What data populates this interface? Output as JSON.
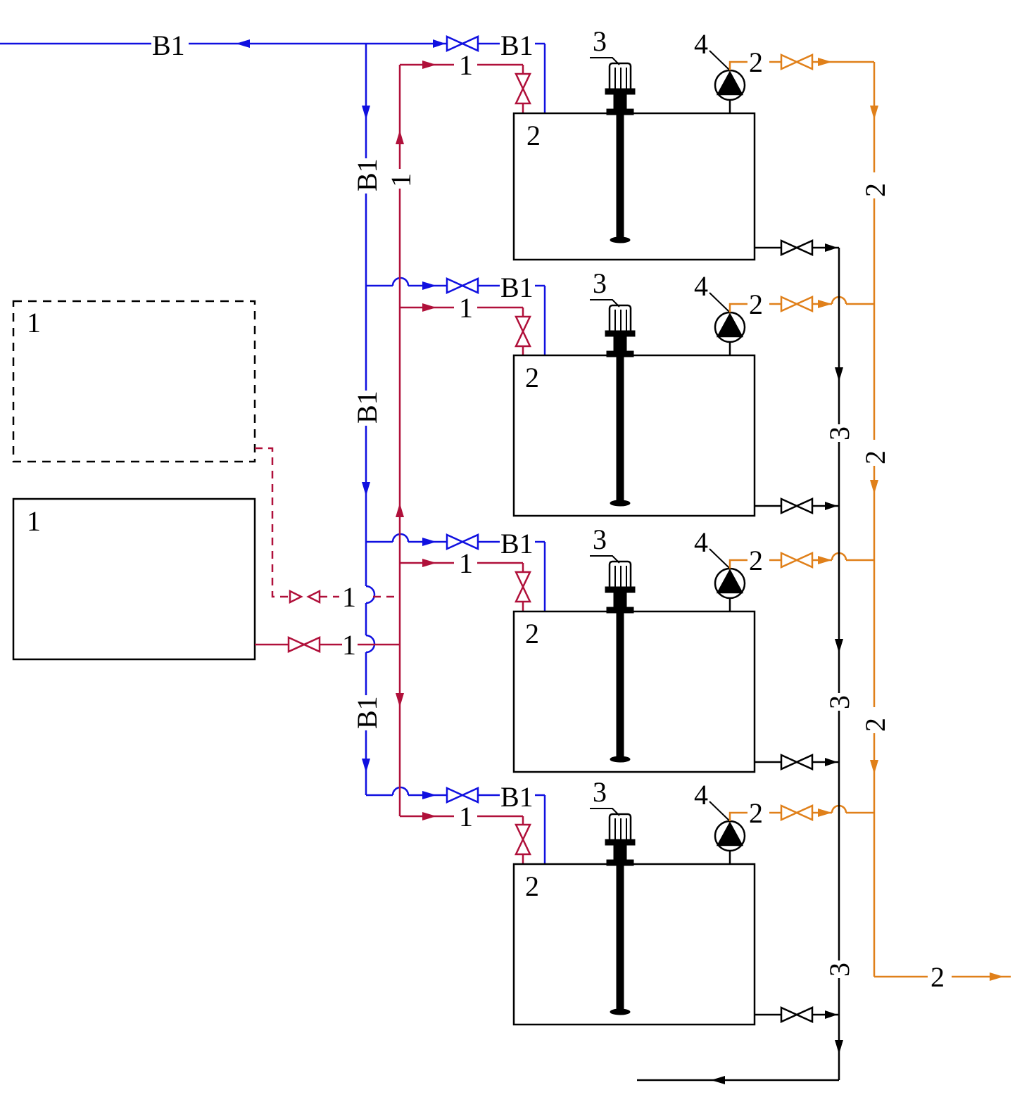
{
  "labels": {
    "tank1": "1",
    "tank2": "2",
    "mixer": "3",
    "pump": "4",
    "line_b1": "B1",
    "line_1": "1",
    "line_2": "2",
    "line_3": "3"
  },
  "colors": {
    "b1_line": "#1010e0",
    "line_1": "#b0103a",
    "line_2": "#e0801a",
    "line_3": "#000000",
    "equipment": "#000000"
  },
  "icons": {
    "valve": "valve-icon",
    "pump": "pump-icon",
    "mixer": "agitator-icon",
    "flow_arrow": "flow-arrow-icon"
  }
}
